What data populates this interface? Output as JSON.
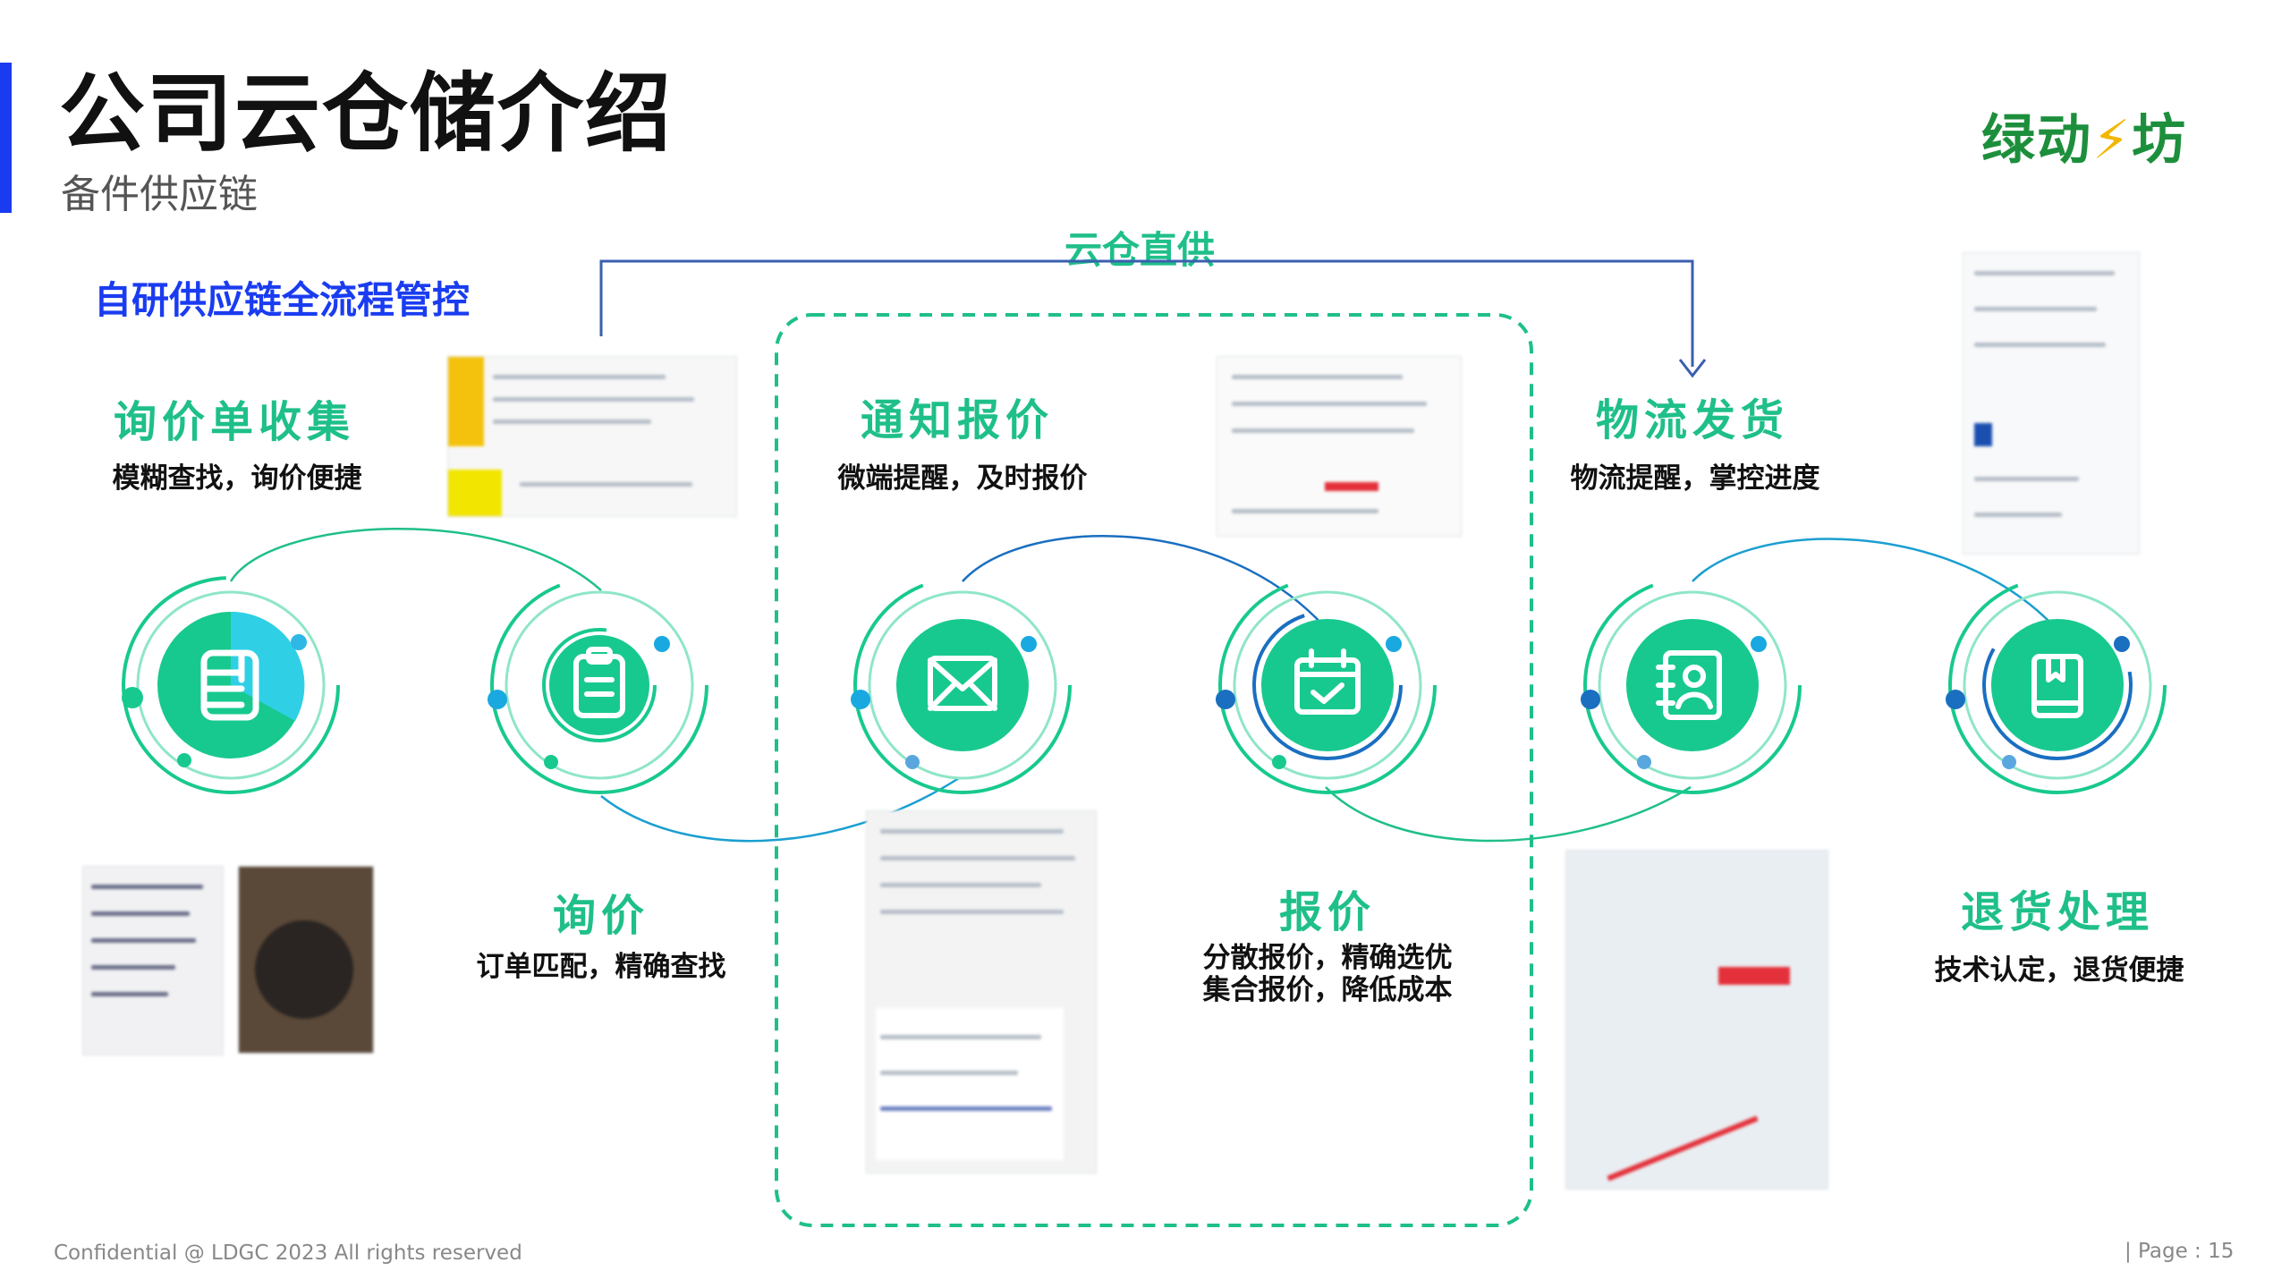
{
  "header": {
    "title": "公司云仓储介绍",
    "subtitle": "备件供应链",
    "logo_text": "绿动",
    "logo_bolt": "⚡",
    "logo_tail": "坊"
  },
  "headline": "自研供应链全流程管控",
  "route_label": "云仓直供",
  "steps": [
    {
      "title": "询价单收集",
      "desc": [
        "模糊查找，询价便捷"
      ],
      "icon": "notebook-icon"
    },
    {
      "title": "询价",
      "desc": [
        "订单匹配，精确查找"
      ],
      "icon": "clipboard-icon"
    },
    {
      "title": "通知报价",
      "desc": [
        "微端提醒，及时报价"
      ],
      "icon": "mail-icon"
    },
    {
      "title": "报价",
      "desc": [
        "分散报价，精确选优",
        "集合报价，降低成本"
      ],
      "icon": "calendar-check-icon"
    },
    {
      "title": "物流发货",
      "desc": [
        "物流提醒，掌控进度"
      ],
      "icon": "contact-book-icon"
    },
    {
      "title": "退货处理",
      "desc": [
        "技术认定，退货便捷"
      ],
      "icon": "book-icon"
    }
  ],
  "footer": {
    "left": "Confidential @ LDGC 2023 All rights reserved",
    "right": "| Page :   15"
  },
  "colors": {
    "accent_blue": "#1a3cf0",
    "brand_green": "#1fbf8a",
    "icon_green": "#18c98f",
    "logo_green": "#1d8f3c"
  }
}
